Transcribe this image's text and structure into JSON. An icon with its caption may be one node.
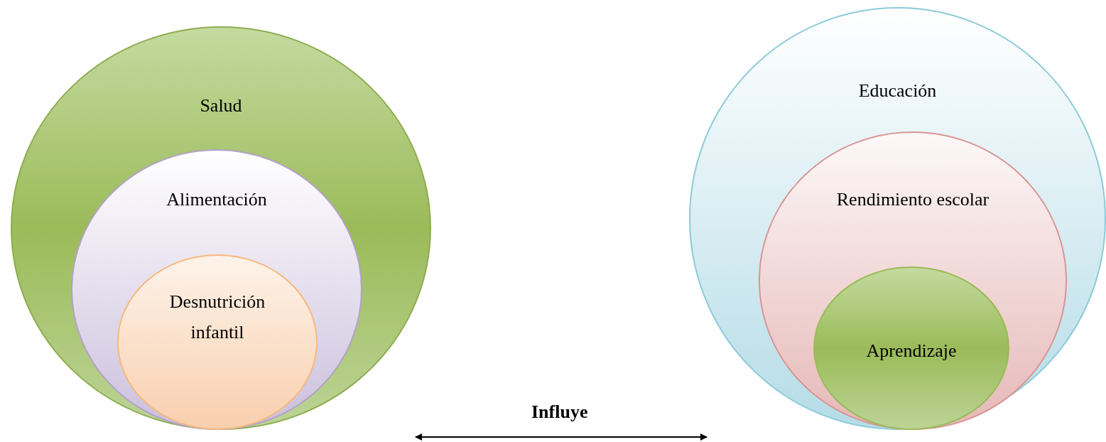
{
  "diagram": {
    "nodes": [
      {
        "text": [
          "Salud"
        ]
      },
      {
        "text": [
          "Alimentación"
        ],
        "in": 0
      },
      {
        "text": [
          "Desnutrición infantil"
        ],
        "in": 1
      },
      {
        "text": [
          "Educación"
        ]
      },
      {
        "text": [
          "Rendimiento escolar"
        ],
        "in": 3
      },
      {
        "text": [
          "Aprendizaje"
        ],
        "in": 4
      }
    ],
    "edges": [
      {
        "from": 0,
        "to": 3,
        "arrow": "both",
        "label": "Influye"
      }
    ]
  }
}
